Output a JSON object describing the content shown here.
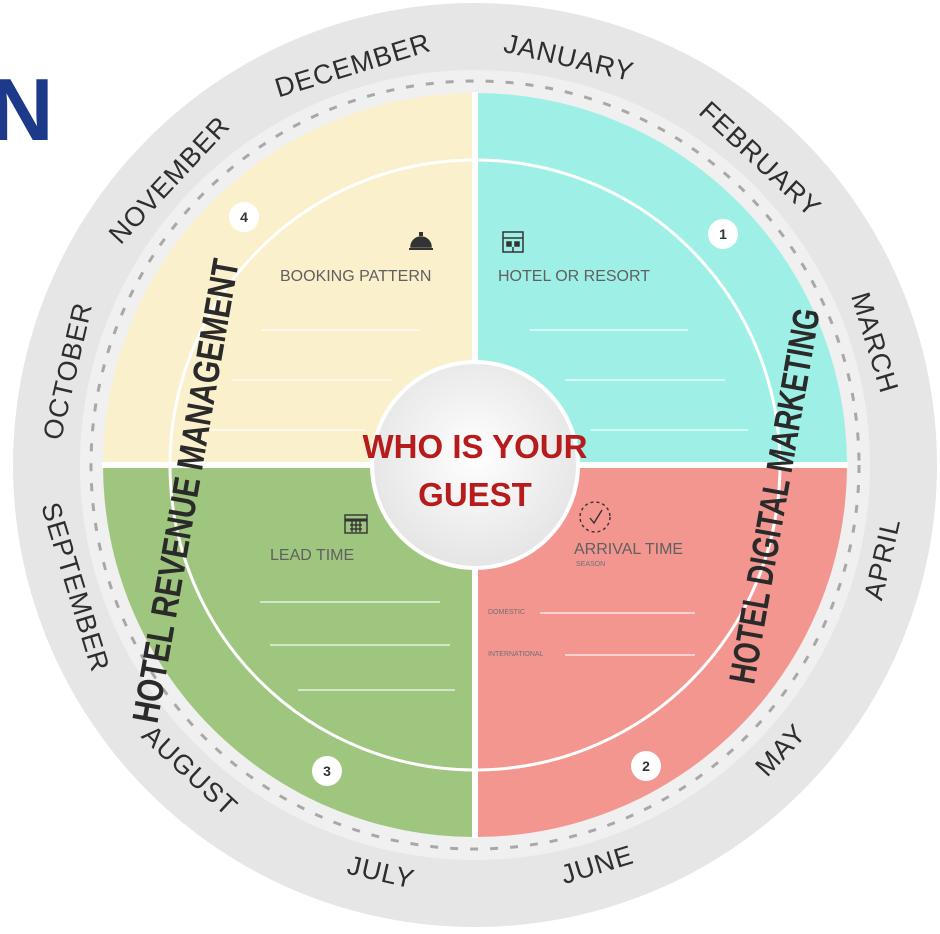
{
  "logo_letter": "N",
  "center": {
    "line1": "WHO IS YOUR",
    "line2": "GUEST"
  },
  "months": [
    "JANUARY",
    "FEBRUARY",
    "MARCH",
    "APRIL",
    "MAY",
    "JUNE",
    "JULY",
    "AUGUST",
    "SEPTEMBER",
    "OCTOBER",
    "NOVEMBER",
    "DECEMBER"
  ],
  "side_labels": {
    "left": "HOTEL REVENUE MANAGEMENT",
    "right": "HOTEL DIGITAL MARKETING"
  },
  "quadrants": [
    {
      "number": "1",
      "label": "HOTEL OR RESORT",
      "icon": "hotel-building-icon",
      "color": "#9ef0e6"
    },
    {
      "number": "2",
      "label": "ARRIVAL TIME",
      "sublabel": "SEASON",
      "field1": "DOMESTIC",
      "field2": "INTERNATIONAL",
      "icon": "clock-icon",
      "color": "#f39690"
    },
    {
      "number": "3",
      "label": "LEAD TIME",
      "icon": "calendar-icon",
      "color": "#9fc67f"
    },
    {
      "number": "4",
      "label": "BOOKING PATTERN",
      "icon": "service-bell-icon",
      "color": "#faf0cc"
    }
  ],
  "colors": {
    "ring_outer": "#e4e4e4",
    "ring_inner": "#efefef",
    "center_text": "#b71c1c",
    "logo": "#1d3a8a"
  }
}
